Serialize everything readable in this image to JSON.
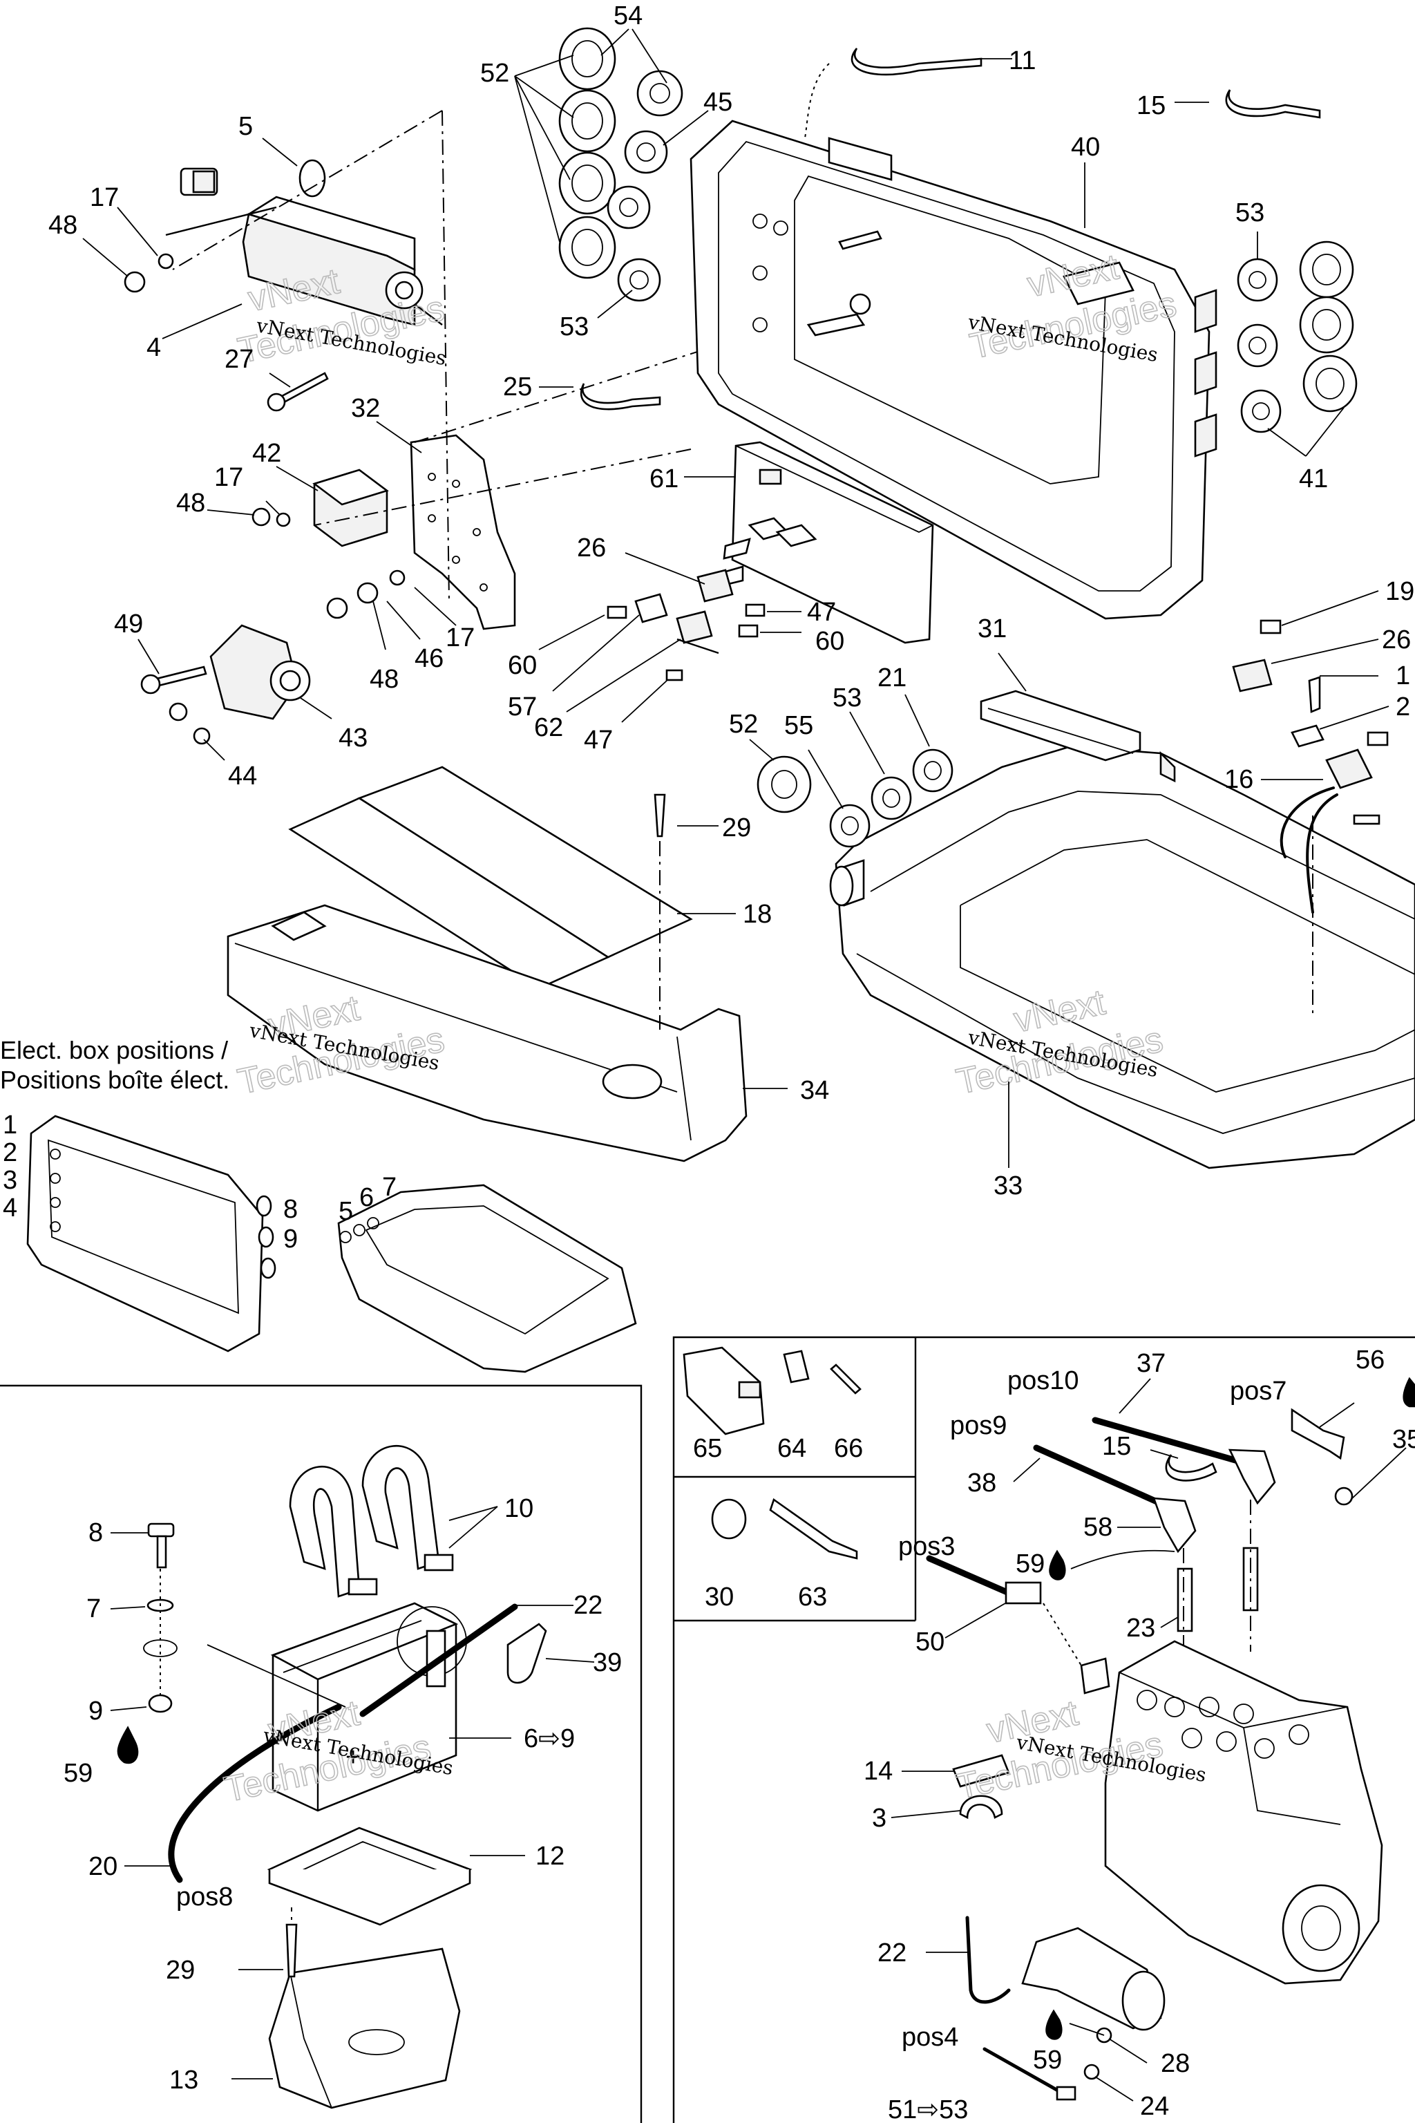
{
  "box_positions_caption": {
    "line1": "Elect. box positions /",
    "line2": "Positions boîte élect."
  },
  "watermark": {
    "line1": "vNext Technologies",
    "outline_top": "vNext",
    "outline_bottom": "Technologies"
  },
  "callouts": {
    "p1": "1",
    "p2": "2",
    "p3": "3",
    "p4": "4",
    "p5": "5",
    "p6": "6",
    "p7": "7",
    "p8": "8",
    "p9": "9",
    "p3b": "3",
    "n54": "54",
    "n52": "52",
    "n45": "45",
    "n11": "11",
    "n15": "15",
    "n40": "40",
    "n5": "5",
    "n17a": "17",
    "n48a": "48",
    "n4": "4",
    "n27": "27",
    "n53a": "53",
    "n25": "25",
    "n53b": "53",
    "n41": "41",
    "n32": "32",
    "n42": "42",
    "n17b": "17",
    "n48b": "48",
    "n61": "61",
    "n26a": "26",
    "n47a": "47",
    "n60a": "60",
    "n60b": "60",
    "n57": "57",
    "n62": "62",
    "n47b": "47",
    "n49": "49",
    "n48c": "48",
    "n46": "46",
    "n17c": "17",
    "n43": "43",
    "n44": "44",
    "n19": "19",
    "n26b": "26",
    "n1r": "1",
    "n2r": "2",
    "n16": "16",
    "n31": "31",
    "n21": "21",
    "n52b": "52",
    "n55": "55",
    "n53c": "53",
    "n29a": "29",
    "n18": "18",
    "n34": "34",
    "n33": "33",
    "n10": "10",
    "n8": "8",
    "n7": "7",
    "n22a": "22",
    "n39": "39",
    "n9": "9",
    "n59a": "59",
    "n69": "6⇨9",
    "n20": "20",
    "pos8": "pos8",
    "n12": "12",
    "n29b": "29",
    "n13": "13",
    "n65": "65",
    "n64": "64",
    "n66": "66",
    "n30": "30",
    "n63": "63",
    "n37": "37",
    "pos10": "pos10",
    "n56": "56",
    "pos7": "pos7",
    "n35": "35",
    "pos9": "pos9",
    "n15b": "15",
    "n38": "38",
    "n58": "58",
    "n59b": "59",
    "pos3": "pos3",
    "n23": "23",
    "n50": "50",
    "n14": "14",
    "n22b": "22",
    "n59c": "59",
    "n28": "28",
    "pos4": "pos4",
    "n5153": "51⇨53",
    "n24": "24"
  }
}
